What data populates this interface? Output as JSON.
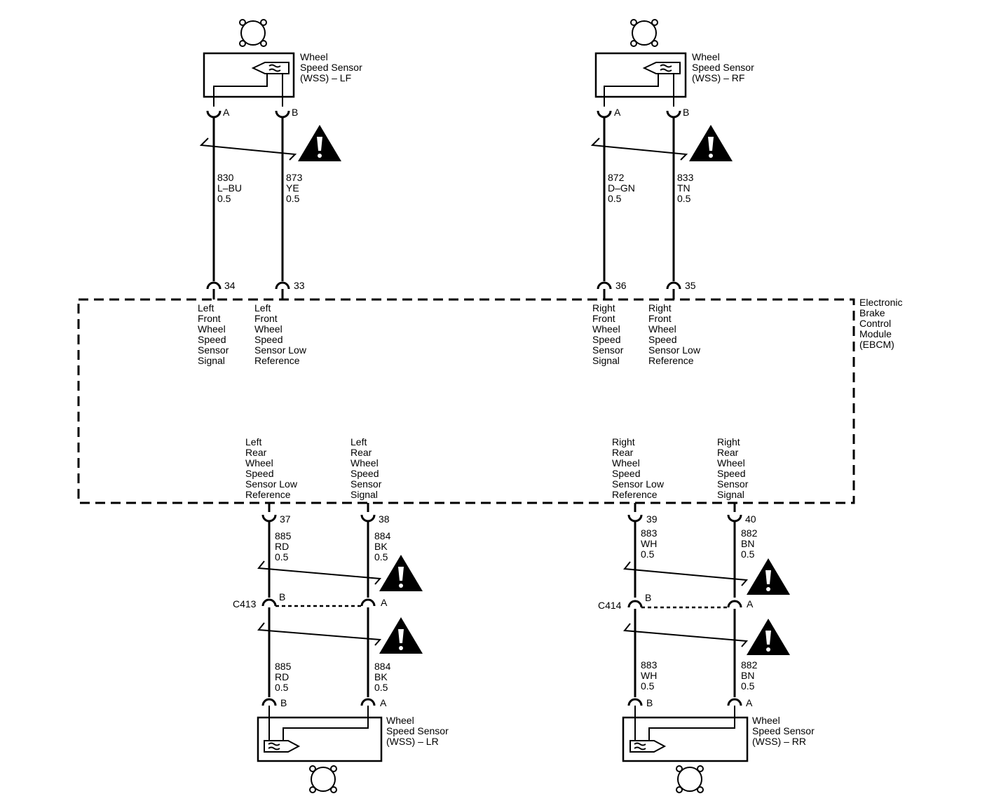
{
  "module": {
    "name_lines": [
      "Electronic",
      "Brake",
      "Control",
      "Module",
      "(EBCM)"
    ]
  },
  "sensors": {
    "lf": {
      "label_lines": [
        "Wheel",
        "Speed Sensor",
        "(WSS) – LF"
      ]
    },
    "rf": {
      "label_lines": [
        "Wheel",
        "Speed Sensor",
        "(WSS) – RF"
      ]
    },
    "lr": {
      "label_lines": [
        "Wheel",
        "Speed Sensor",
        "(WSS) – LR"
      ]
    },
    "rr": {
      "label_lines": [
        "Wheel",
        "Speed Sensor",
        "(WSS) – RR"
      ]
    }
  },
  "sensor_pins": {
    "lf_a": "A",
    "lf_b": "B",
    "rf_a": "A",
    "rf_b": "B",
    "lr_a": "A",
    "lr_b": "B",
    "rr_a": "A",
    "rr_b": "B"
  },
  "connectors": {
    "c413": {
      "name": "C413",
      "pin_left": "B",
      "pin_right": "A"
    },
    "c414": {
      "name": "C414",
      "pin_left": "B",
      "pin_right": "A"
    }
  },
  "module_pins": {
    "p34": "34",
    "p33": "33",
    "p36": "36",
    "p35": "35",
    "p37": "37",
    "p38": "38",
    "p39": "39",
    "p40": "40"
  },
  "wires": {
    "lf_a": {
      "circuit": "830",
      "color": "L–BU",
      "gauge": "0.5"
    },
    "lf_b": {
      "circuit": "873",
      "color": "YE",
      "gauge": "0.5"
    },
    "rf_a": {
      "circuit": "872",
      "color": "D–GN",
      "gauge": "0.5"
    },
    "rf_b": {
      "circuit": "833",
      "color": "TN",
      "gauge": "0.5"
    },
    "lr_low_upper": {
      "circuit": "885",
      "color": "RD",
      "gauge": "0.5"
    },
    "lr_sig_upper": {
      "circuit": "884",
      "color": "BK",
      "gauge": "0.5"
    },
    "rr_low_upper": {
      "circuit": "883",
      "color": "WH",
      "gauge": "0.5"
    },
    "rr_sig_upper": {
      "circuit": "882",
      "color": "BN",
      "gauge": "0.5"
    },
    "lr_low_lower": {
      "circuit": "885",
      "color": "RD",
      "gauge": "0.5"
    },
    "lr_sig_lower": {
      "circuit": "884",
      "color": "BK",
      "gauge": "0.5"
    },
    "rr_low_lower": {
      "circuit": "883",
      "color": "WH",
      "gauge": "0.5"
    },
    "rr_sig_lower": {
      "circuit": "882",
      "color": "BN",
      "gauge": "0.5"
    }
  },
  "pin_functions": {
    "p34": [
      "Left",
      "Front",
      "Wheel",
      "Speed",
      "Sensor",
      "Signal"
    ],
    "p33": [
      "Left",
      "Front",
      "Wheel",
      "Speed",
      "Sensor Low",
      "Reference"
    ],
    "p36": [
      "Right",
      "Front",
      "Wheel",
      "Speed",
      "Sensor",
      "Signal"
    ],
    "p35": [
      "Right",
      "Front",
      "Wheel",
      "Speed",
      "Sensor Low",
      "Reference"
    ],
    "p37": [
      "Left",
      "Rear",
      "Wheel",
      "Speed",
      "Sensor Low",
      "Reference"
    ],
    "p38": [
      "Left",
      "Rear",
      "Wheel",
      "Speed",
      "Sensor",
      "Signal"
    ],
    "p39": [
      "Right",
      "Rear",
      "Wheel",
      "Speed",
      "Sensor Low",
      "Reference"
    ],
    "p40": [
      "Right",
      "Rear",
      "Wheel",
      "Speed",
      "Sensor",
      "Signal"
    ]
  },
  "symbols": {
    "warning_icon": "warning-triangle-icon",
    "wheel_icon": "wheel-hub-icon",
    "sensor_icon": "speed-sensor-icon",
    "twisted_pair_icon": "twisted-pair-icon"
  },
  "colors": {
    "line": "#000000",
    "background": "#ffffff"
  }
}
